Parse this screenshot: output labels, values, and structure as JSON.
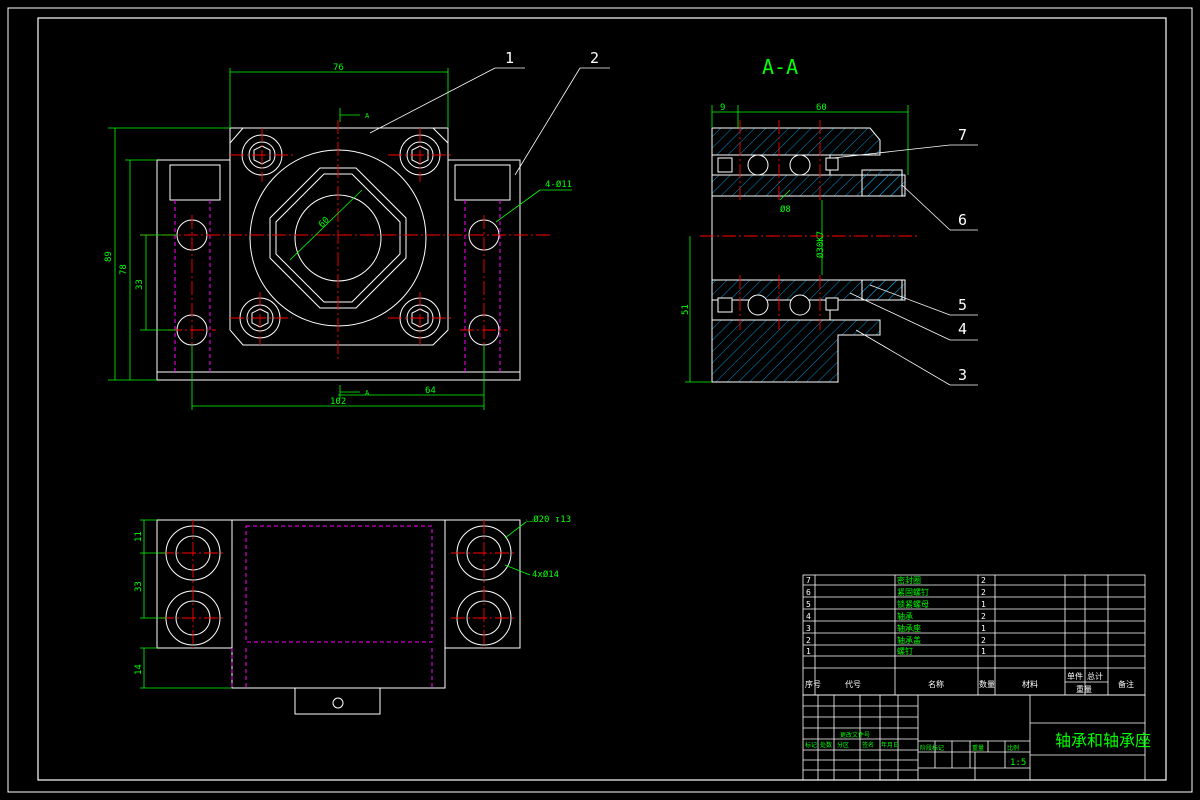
{
  "drawing": {
    "section_title": "A-A",
    "section_marker": "A",
    "drawing_title": "轴承和轴承座",
    "scale_text": "1:5",
    "balloons": [
      "1",
      "2",
      "3",
      "4",
      "5",
      "6",
      "7"
    ]
  },
  "dimensions": {
    "front": {
      "width_top": "76",
      "height_total": "89",
      "height_inner": "78",
      "hole_spacing": "33",
      "bottom_left": "102",
      "bottom_right": "64",
      "diameter": "60",
      "hole_callout": "4-Ø11"
    },
    "section": {
      "left": "9",
      "width": "60",
      "bore": "Ø30K7",
      "height": "51",
      "small": "Ø8"
    },
    "top": {
      "v1": "11",
      "v2": "33",
      "v3": "14",
      "counterbore": "⌴Ø20 ↧13",
      "holes": "4xØ14"
    }
  },
  "bom": {
    "rows": [
      {
        "no": "7",
        "name": "密封圈",
        "qty": "2"
      },
      {
        "no": "6",
        "name": "紧固螺钉",
        "qty": "2"
      },
      {
        "no": "5",
        "name": "锁紧螺母",
        "qty": "1"
      },
      {
        "no": "4",
        "name": "轴承",
        "qty": "2"
      },
      {
        "no": "3",
        "name": "轴承座",
        "qty": "1"
      },
      {
        "no": "2",
        "name": "轴承盖",
        "qty": "2"
      },
      {
        "no": "1",
        "name": "螺钉",
        "qty": "1"
      }
    ],
    "header": {
      "seq": "序号",
      "code": "代号",
      "name": "名称",
      "qty": "数量",
      "material": "材料",
      "unit_weight": "单件",
      "total_weight": "总计",
      "weight": "重量",
      "remark": "备注"
    }
  },
  "title_block": {
    "labels_left": [
      "标记",
      "处数",
      "分区",
      "更改文件号",
      "签名",
      "年月日"
    ],
    "labels_right": [
      "阶段标记",
      "重量",
      "比例"
    ]
  },
  "colors": {
    "outline": "#ffffff",
    "dimension": "#00ff00",
    "center": "#ff0000",
    "hidden": "#ff00ff",
    "hatch": "#00b4ff",
    "label": "#00ff00"
  }
}
